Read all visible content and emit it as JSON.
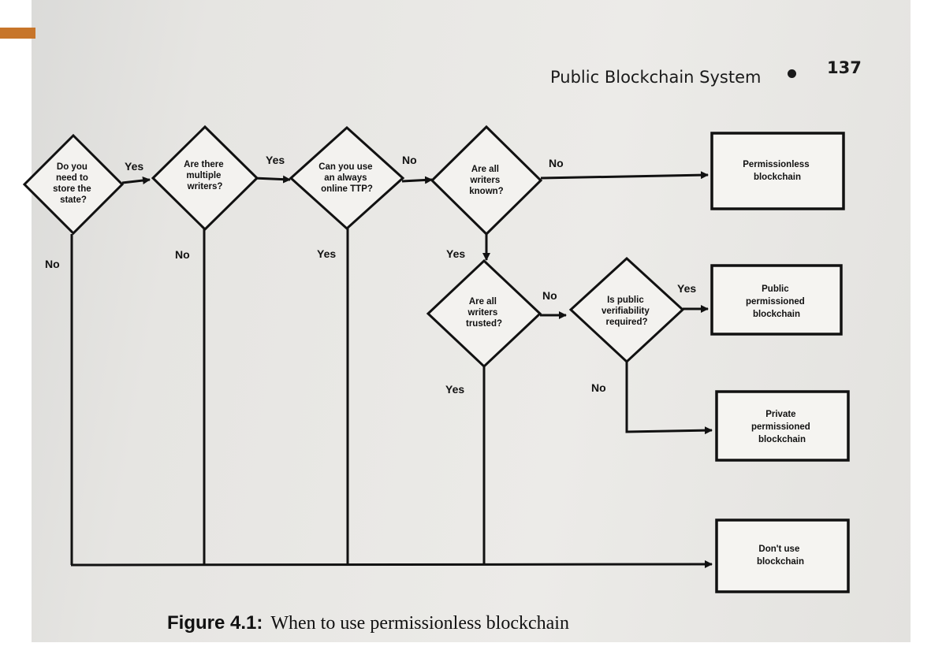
{
  "header": {
    "running_title": "Public Blockchain System",
    "page_number": "137"
  },
  "flowchart": {
    "decisions": {
      "d1": [
        "Do you",
        "need to",
        "store the",
        "state?"
      ],
      "d2": [
        "Are there",
        "multiple",
        "writers?"
      ],
      "d3": [
        "Can you use",
        "an always",
        "online TTP?"
      ],
      "d4": [
        "Are all",
        "writers",
        "known?"
      ],
      "d5": [
        "Are all",
        "writers",
        "trusted?"
      ],
      "d6": [
        "Is public",
        "verifiability",
        "required?"
      ]
    },
    "outcomes": {
      "permissionless": [
        "Permissionless",
        "blockchain"
      ],
      "public_permissioned": [
        "Public",
        "permissioned",
        "blockchain"
      ],
      "private_permissioned": [
        "Private",
        "permissioned",
        "blockchain"
      ],
      "dont_use": [
        "Don't use",
        "blockchain"
      ]
    },
    "edge_labels": {
      "d1_yes": "Yes",
      "d1_no": "No",
      "d2_yes": "Yes",
      "d2_no": "No",
      "d3_no": "No",
      "d3_yes": "Yes",
      "d4_no": "No",
      "d4_yes": "Yes",
      "d5_no": "No",
      "d5_yes": "Yes",
      "d6_yes": "Yes",
      "d6_no": "No"
    }
  },
  "caption": {
    "label": "Figure 4.1:",
    "text": "When to use permissionless blockchain"
  },
  "colors": {
    "paper": "#e9e8e5",
    "ink": "#111111",
    "corner_tab": "#c7752a"
  }
}
